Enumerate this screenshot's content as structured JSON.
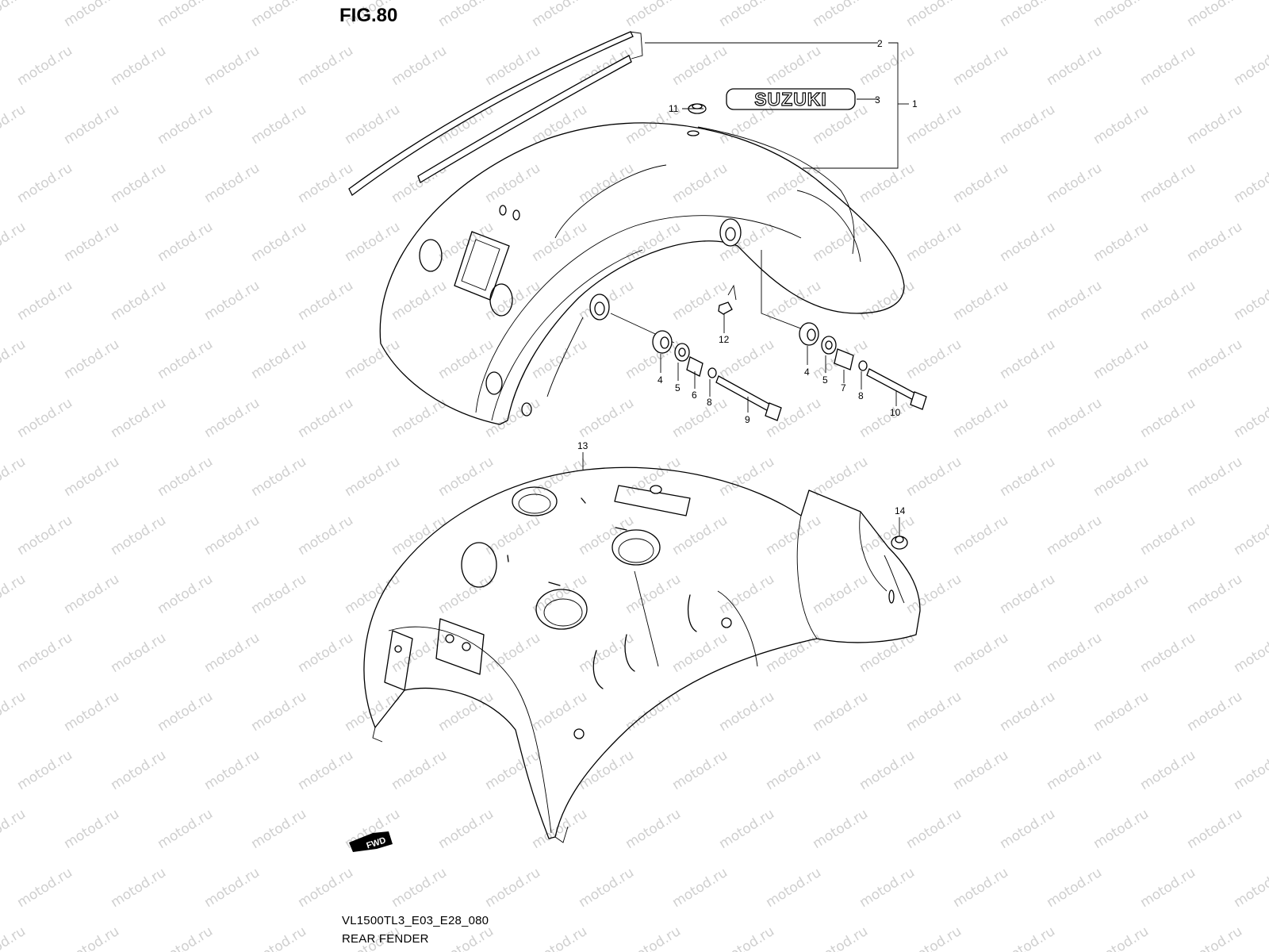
{
  "figure": {
    "title": "FIG.80",
    "model_code": "VL1500TL3_E03_E28_080",
    "name": "REAR FENDER"
  },
  "watermark": "motod.ru",
  "emblem_text": "SUZUKI",
  "fwd_label": "FWD",
  "callouts": [
    "1",
    "2",
    "3",
    "4",
    "5",
    "6",
    "7",
    "8",
    "9",
    "10",
    "11",
    "12",
    "13",
    "14"
  ],
  "callouts_right": [
    "4",
    "5",
    "7",
    "8"
  ]
}
